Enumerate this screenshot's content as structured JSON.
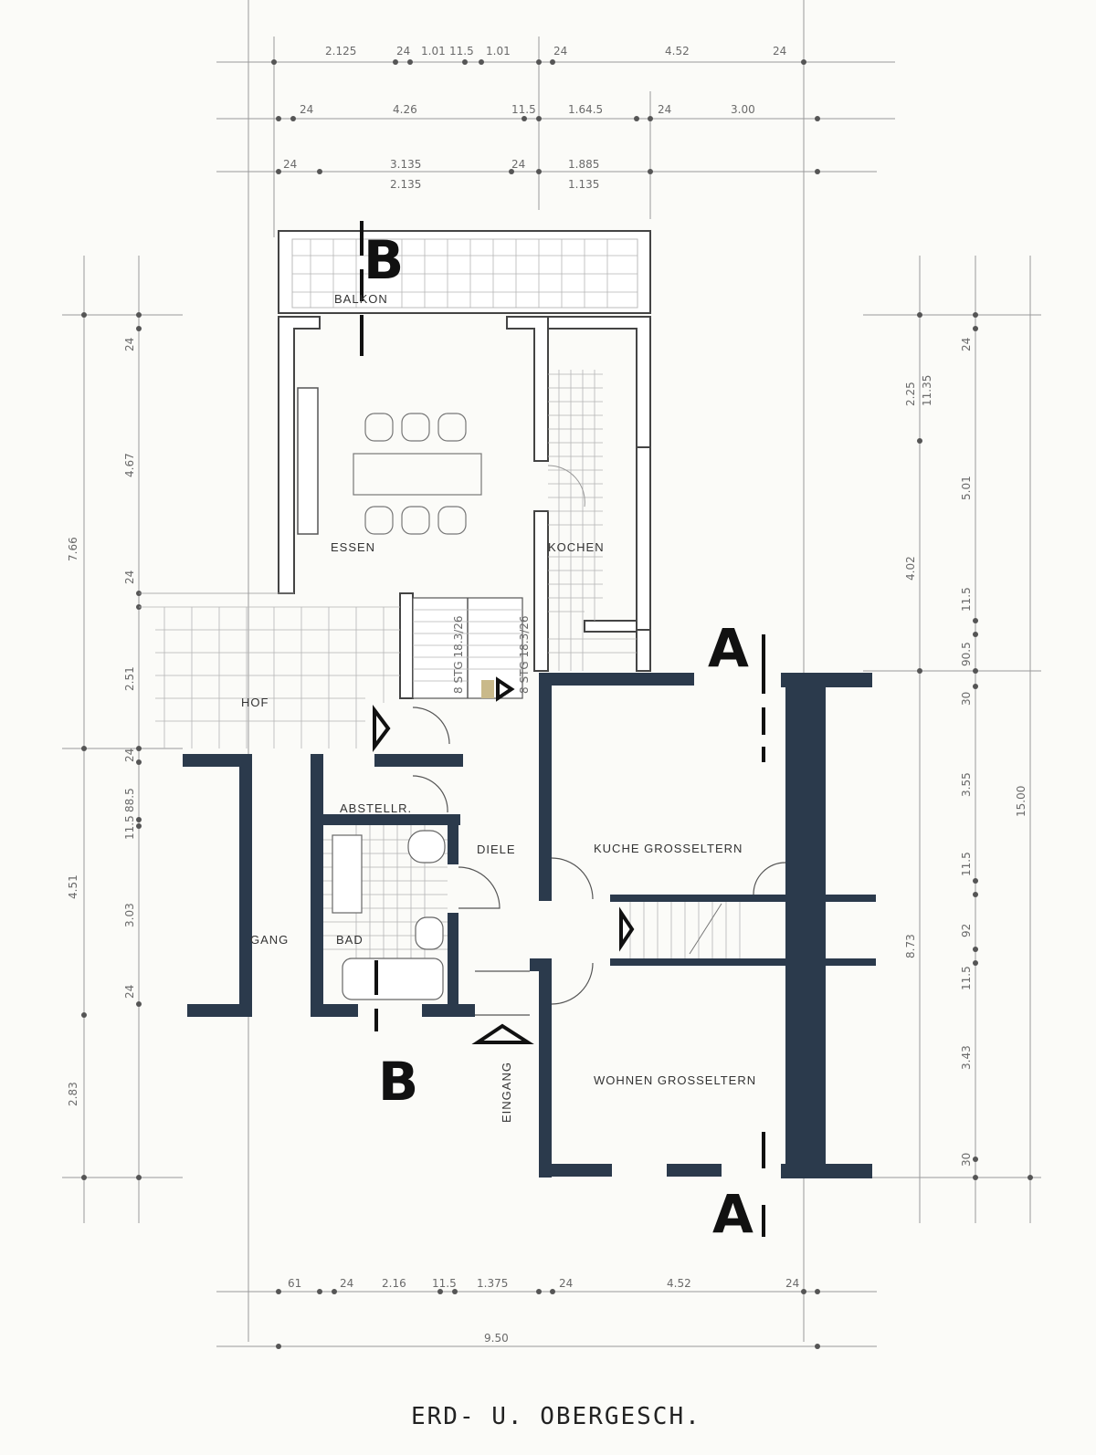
{
  "title": "ERD- U. OBERGESCH.",
  "rooms": {
    "balkon": "BALKON",
    "essen": "ESSEN",
    "kochen": "KOCHEN",
    "hof": "HOF",
    "abstellr": "ABSTELLR.",
    "diele": "DIELE",
    "bad": "BAD",
    "gang": "GANG",
    "eingang": "EINGANG",
    "kueche_grosseltern": "KUCHE GROSSELTERN",
    "wohnen_grosseltern": "WOHNEN GROSSELTERN"
  },
  "stairs": {
    "left": "8 STG 18.3/26",
    "right": "8 STG 18.3/26"
  },
  "section_markers": {
    "b_top": "B",
    "b_bottom": "B",
    "a_top": "A",
    "a_bottom": "A"
  },
  "dimensions": {
    "top_row1": [
      "2.125",
      "24",
      "1.01",
      "11.5",
      "1.01",
      "24",
      "4.52",
      "24"
    ],
    "top_row2": [
      "24",
      "4.26",
      "11.5",
      "1.64.5",
      "24",
      "3.00"
    ],
    "top_row3": [
      "24",
      "3.135",
      "2.135",
      "24",
      "1.885",
      "1.135"
    ],
    "left_col1": [
      "7.66",
      "4.51",
      "2.83"
    ],
    "left_col2": [
      "24",
      "4.67",
      "24",
      "2.51",
      "24",
      "88.5",
      "11.5",
      "3.03",
      "24"
    ],
    "right_col1": [
      "2.25",
      "11.35",
      "4.02",
      "8.73"
    ],
    "right_col2": [
      "24",
      "5.01",
      "11.5",
      "90.5",
      "30",
      "3.55",
      "11.5",
      "92",
      "11.5",
      "3.43",
      "30"
    ],
    "right_col3": [
      "15.00"
    ],
    "bottom_row1": [
      "61",
      "24",
      "2.16",
      "11.5",
      "1.375",
      "24",
      "4.52",
      "24"
    ],
    "bottom_row2": [
      "9.50"
    ]
  }
}
